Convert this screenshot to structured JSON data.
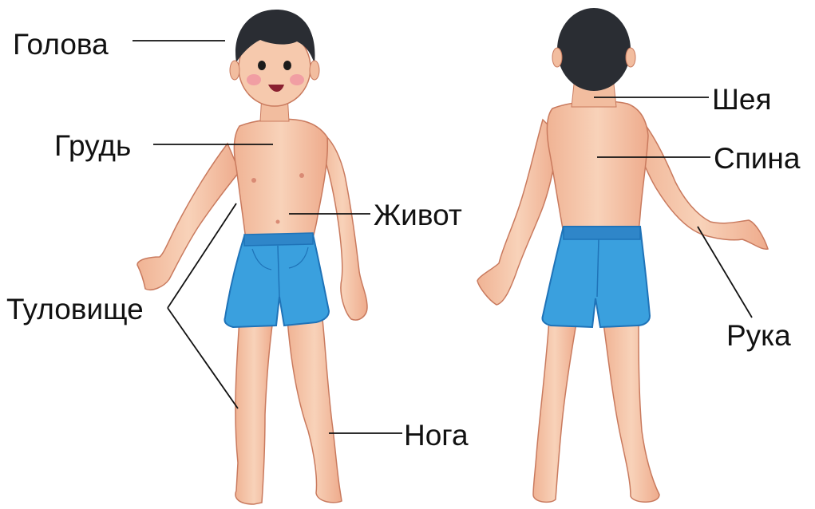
{
  "labels": {
    "head": "Голова",
    "chest": "Грудь",
    "belly": "Живот",
    "torso": "Туловище",
    "leg": "Нога",
    "neck": "Шея",
    "back": "Спина",
    "arm": "Рука"
  },
  "colors": {
    "skin": "#f4c3a4",
    "skin_shade": "#e99a7e",
    "hair": "#2a2d33",
    "shorts": "#3aa0de",
    "shorts_dark": "#1f73b8",
    "leader_line": "#111111"
  }
}
